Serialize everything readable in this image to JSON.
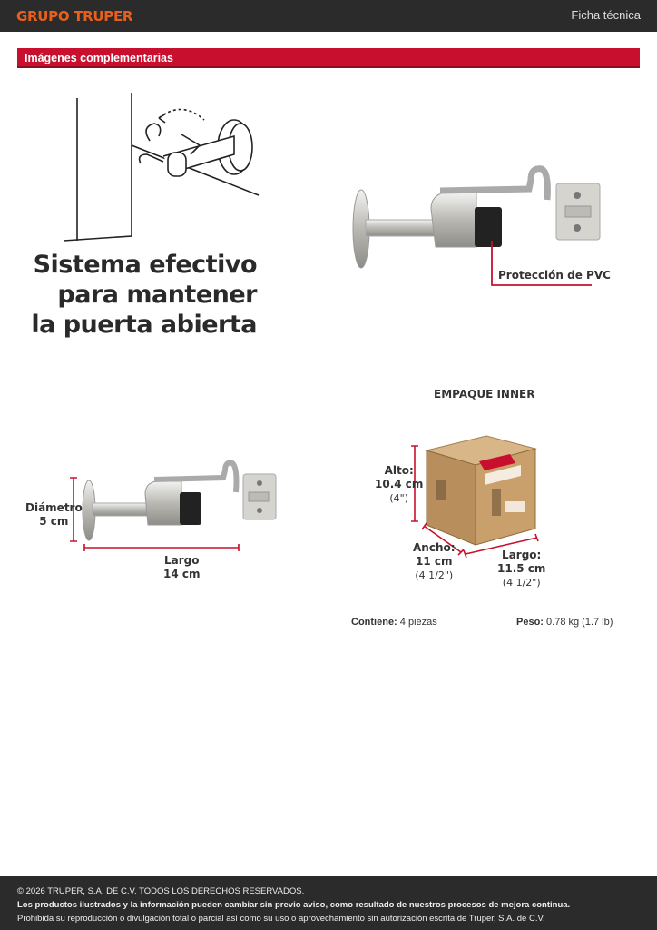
{
  "header": {
    "brand": "GRUPO TRUPER",
    "doc_type": "Ficha técnica"
  },
  "section": {
    "title": "Imágenes complementarias"
  },
  "headline": {
    "lines": [
      "Sistema efectivo",
      "para mantener",
      "la puerta abierta"
    ]
  },
  "callout": {
    "pvc": "Protección de PVC"
  },
  "dimensions": {
    "diameter": {
      "label": "Diámetro",
      "value": "5 cm"
    },
    "length": {
      "label": "Largo",
      "value": "14 cm"
    }
  },
  "package": {
    "title": "EMPAQUE INNER",
    "height": {
      "label": "Alto:",
      "value": "10.4 cm",
      "imperial": "(4\")"
    },
    "width": {
      "label": "Ancho:",
      "value": "11 cm",
      "imperial": "(4 1/2\")"
    },
    "length": {
      "label": "Largo:",
      "value": "11.5 cm",
      "imperial": "(4 1/2\")"
    },
    "contains_label": "Contiene:",
    "contains_value": "4 piezas",
    "weight_label": "Peso:",
    "weight_value": "0.78 kg (1.7 lb)"
  },
  "footer": {
    "copyright": "© 2026 TRUPER, S.A. DE C.V. TODOS LOS DERECHOS RESERVADOS.",
    "notice": "Los productos ilustrados y la información pueden cambiar sin previo aviso, como resultado de nuestros procesos de mejora continua.",
    "legal": "Prohibida su reproducción o divulgación total o parcial así como su uso o aprovechamiento sin autorización escrita de Truper, S.A. de C.V."
  },
  "colors": {
    "accent_red": "#c8102e",
    "brand_orange": "#e8601c",
    "dark_bar": "#2b2b2b"
  }
}
